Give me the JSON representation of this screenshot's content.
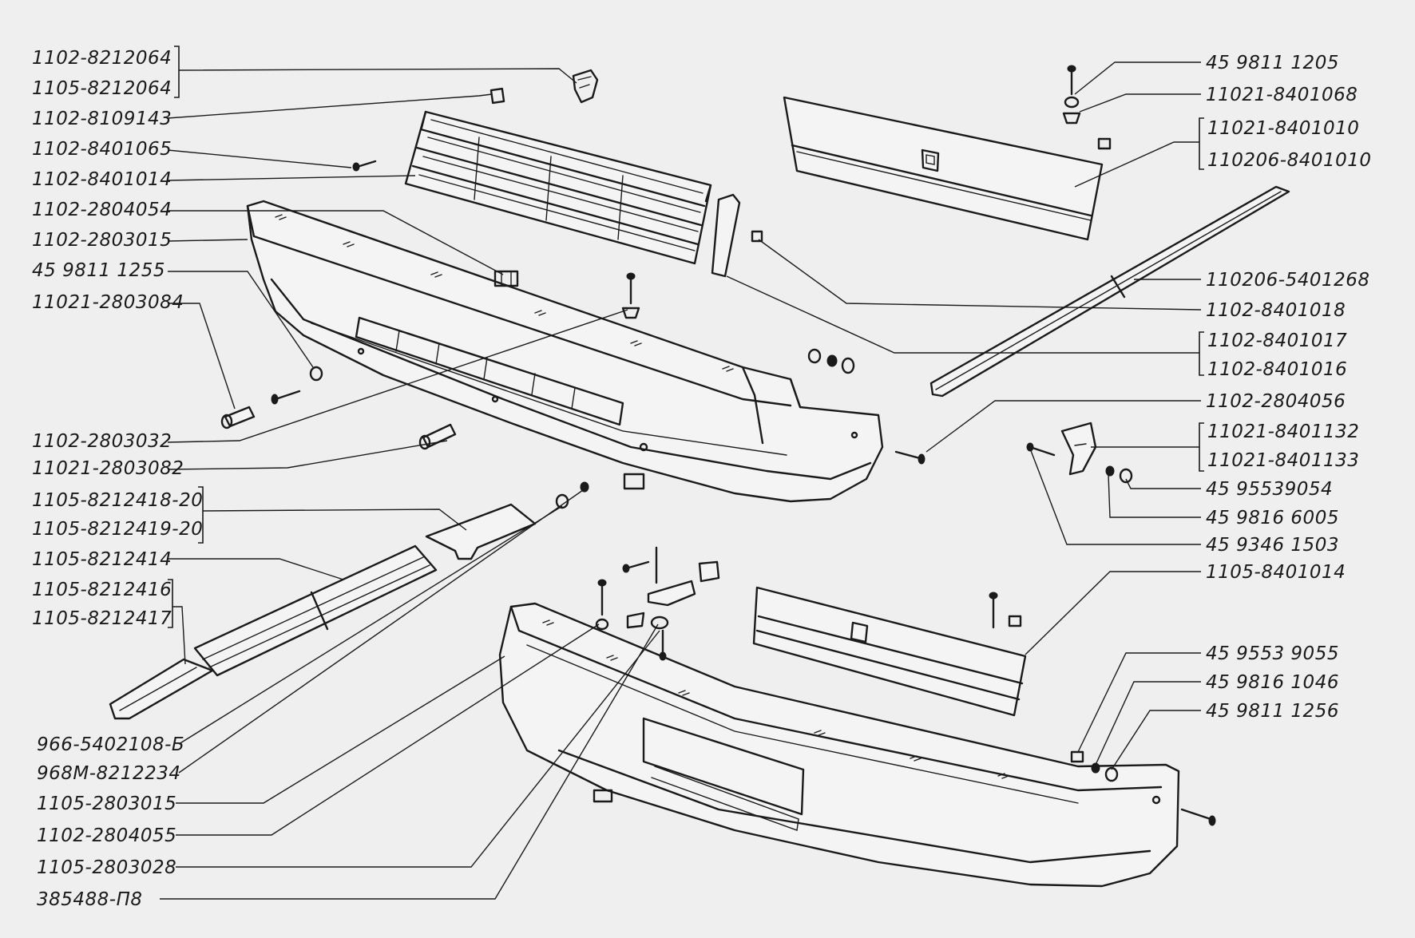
{
  "labels_left": [
    {
      "id": "l01",
      "text": "1102-8212064"
    },
    {
      "id": "l02",
      "text": "1105-8212064"
    },
    {
      "id": "l03",
      "text": "1102-8109143"
    },
    {
      "id": "l04",
      "text": "1102-8401065"
    },
    {
      "id": "l05",
      "text": "1102-8401014"
    },
    {
      "id": "l06",
      "text": "1102-2804054"
    },
    {
      "id": "l07",
      "text": "1102-2803015"
    },
    {
      "id": "l08",
      "text": "45 9811 1255"
    },
    {
      "id": "l09",
      "text": "11021-2803084"
    },
    {
      "id": "l10",
      "text": "1102-2803032"
    },
    {
      "id": "l11",
      "text": "11021-2803082"
    },
    {
      "id": "l12",
      "text": "1105-8212418-20"
    },
    {
      "id": "l13",
      "text": "1105-8212419-20"
    },
    {
      "id": "l14",
      "text": "1105-8212414"
    },
    {
      "id": "l15",
      "text": "1105-8212416"
    },
    {
      "id": "l16",
      "text": "1105-8212417"
    },
    {
      "id": "l17",
      "text": "966-5402108-Б"
    },
    {
      "id": "l18",
      "text": "968М-8212234"
    },
    {
      "id": "l19",
      "text": "1105-2803015"
    },
    {
      "id": "l20",
      "text": "1102-2804055"
    },
    {
      "id": "l21",
      "text": "1105-2803028"
    },
    {
      "id": "l22",
      "text": "385488-П8"
    }
  ],
  "labels_right": [
    {
      "id": "r01",
      "text": "45 9811 1205"
    },
    {
      "id": "r02",
      "text": "11021-8401068"
    },
    {
      "id": "r03",
      "text": "11021-8401010"
    },
    {
      "id": "r04",
      "text": "110206-8401010"
    },
    {
      "id": "r05",
      "text": "110206-5401268"
    },
    {
      "id": "r06",
      "text": "1102-8401018"
    },
    {
      "id": "r07",
      "text": "1102-8401017"
    },
    {
      "id": "r08",
      "text": "1102-8401016"
    },
    {
      "id": "r09",
      "text": "1102-2804056"
    },
    {
      "id": "r10",
      "text": "11021-8401132"
    },
    {
      "id": "r11",
      "text": "11021-8401133"
    },
    {
      "id": "r12",
      "text": "45 95539054"
    },
    {
      "id": "r13",
      "text": "45 9816 6005"
    },
    {
      "id": "r14",
      "text": "45 9346 1503"
    },
    {
      "id": "r15",
      "text": "1105-8401014"
    },
    {
      "id": "r16",
      "text": "45 9553 9055"
    },
    {
      "id": "r17",
      "text": "45 9816 1046"
    },
    {
      "id": "r18",
      "text": "45 9811 1256"
    }
  ]
}
